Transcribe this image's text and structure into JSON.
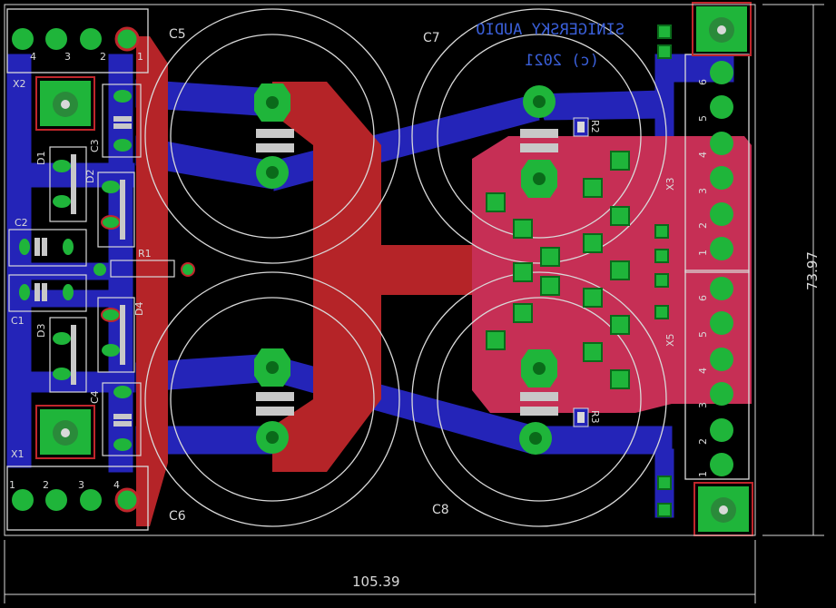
{
  "board": {
    "silkscreen_line1": "SINIGERSKY AUDIO",
    "silkscreen_line2": "(c) 2021"
  },
  "dimensions": {
    "width_mm": "105.39",
    "height_mm": "73.97"
  },
  "capacitors": {
    "c1": "C1",
    "c2": "C2",
    "c3": "C3",
    "c4": "C4",
    "c5": "C5",
    "c6": "C6",
    "c7": "C7",
    "c8": "C8"
  },
  "diodes": {
    "d1": "D1",
    "d2": "D2",
    "d3": "D3",
    "d4": "D4"
  },
  "resistors": {
    "r1": "R1"
  },
  "leds": {
    "r2": "R2",
    "r3": "R3"
  },
  "connectors": {
    "x1": "X1",
    "x2": "X2",
    "x3": "X3",
    "x5": "X5",
    "x2_pins": [
      "4",
      "3",
      "2",
      "1"
    ],
    "x1_pins": [
      "1",
      "2",
      "3",
      "4"
    ],
    "x3_pins": [
      "6",
      "5",
      "4",
      "3",
      "2",
      "1"
    ],
    "x5_pins": [
      "6",
      "5",
      "4",
      "3",
      "2",
      "1"
    ]
  },
  "colors": {
    "background": "#000000",
    "top_copper": "#c0262b",
    "bottom_copper": "#2424b8",
    "pad": "#1fb53a",
    "silkscreen": "#d9d9d9"
  }
}
